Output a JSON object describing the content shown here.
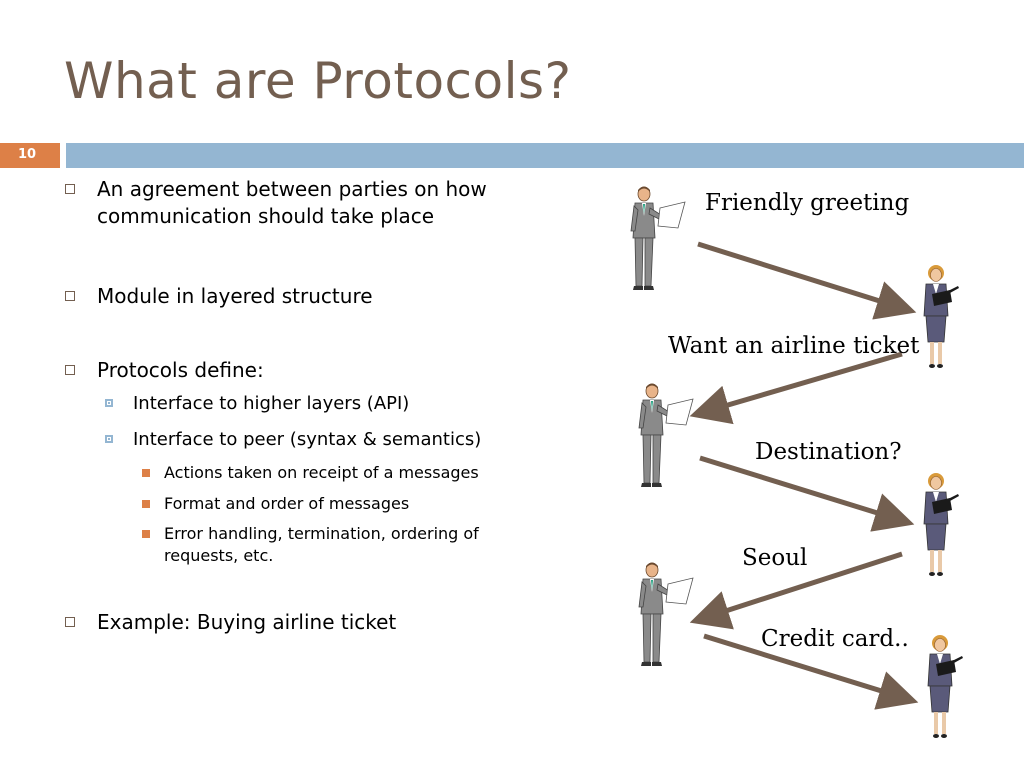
{
  "slide": {
    "title": "What are Protocols?",
    "number": "10"
  },
  "bullets": {
    "b1": "An agreement between parties on how communication should take place",
    "b2": "Module in layered structure",
    "b3": "Protocols define:",
    "b3_sub1": "Interface to higher layers (API)",
    "b3_sub2": "Interface to peer (syntax & semantics)",
    "b3_sub2_items": [
      "Actions taken on receipt of a messages",
      "Format and order of messages",
      "Error handling, termination, ordering of requests, etc."
    ],
    "b4": "Example:  Buying airline ticket"
  },
  "diagram": {
    "labels": [
      "Friendly greeting",
      "Want an airline ticket",
      "Destination?",
      "Seoul",
      "Credit card.."
    ]
  },
  "colors": {
    "title": "#735f50",
    "accent_bar": "#94b6d2",
    "slide_num_bg": "#dd8047",
    "arrow": "#735f50"
  }
}
